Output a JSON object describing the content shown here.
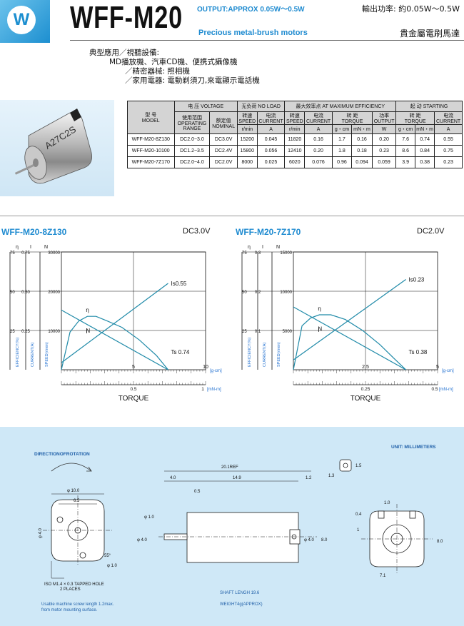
{
  "header": {
    "logo_letter": "W",
    "model": "WFF-M20",
    "output_en": "OUTPUT:APPROX 0.05W～0.5W",
    "subtitle_en": "Precious metal-brush motors",
    "output_cn": "輸出功率: 約0.05W～0.5W",
    "subtitle_cn": "貴金屬電刷馬達"
  },
  "applications": [
    "典型應用／視聽設備:",
    "MD播放機、汽車CD機、便携式攝像機",
    "／精密器械: 照相機",
    "／家用電器: 電動剃須刀,來電顯示電話機"
  ],
  "photo": {
    "label": "A27C2S"
  },
  "table": {
    "model_cn": "型  号",
    "model_en": "MODEL",
    "voltage": "电 压 VOLTAGE",
    "no_load": "无负荷  NO LOAD",
    "max_eff": "最大效率点 AT MAXIMUM EFFICIENCY",
    "starting": "起  动  STARTING",
    "op_range_cn": "使用范围",
    "op_range_en": "OPERATING RANGE",
    "nominal_cn": "额定值",
    "nominal_en": "NOMINAL",
    "speed_cn": "转速",
    "speed_en": "SPEED",
    "current_cn": "电流",
    "current_en": "CURRENT",
    "torque_cn": "转  距",
    "torque_en": "TORQUE",
    "output_cn": "功率",
    "output_en": "OUTPUT",
    "u_rmin": "r/min",
    "u_a": "A",
    "u_gcm": "g・cm",
    "u_mnm": "mN・m",
    "u_w": "W",
    "rows": [
      [
        "WFF-M20-8Z130",
        "DC2.0~3.0",
        "DC3.0V",
        "15200",
        "0.045",
        "11820",
        "0.16",
        "1.7",
        "0.16",
        "0.20",
        "7.6",
        "0.74",
        "0.55"
      ],
      [
        "WFF-M20-10100",
        "DC1.2~3.5",
        "DC2.4V",
        "15800",
        "0.056",
        "12410",
        "0.20",
        "1.8",
        "0.18",
        "0.23",
        "8.6",
        "0.84",
        "0.75"
      ],
      [
        "WFF-M20-7Z170",
        "DC2.0~4.0",
        "DC2.0V",
        "8000",
        "0.025",
        "6020",
        "0.076",
        "0.96",
        "0.094",
        "0.059",
        "3.9",
        "0.38",
        "0.23"
      ]
    ]
  },
  "chart_data": [
    {
      "type": "line",
      "title": "WFF-M20-8Z130",
      "voltage": "DC3.0V",
      "axis_eta_label": "η",
      "axis_i_label": "I",
      "axis_n_label": "N",
      "eta_ticks": [
        "75",
        "50",
        "25"
      ],
      "i_ticks": [
        "0.75",
        "0.50",
        "0.25"
      ],
      "n_ticks": [
        "30000",
        "20000",
        "10000"
      ],
      "eff_label": "EFFICIENCY(%)",
      "cur_label": "CURRENT(A)",
      "spd_label": "SPEED(r/min)",
      "x_gcm_ticks": [
        "5",
        "10"
      ],
      "x_mnm_ticks": [
        "0.5",
        "1"
      ],
      "x_gcm_unit": "[g-cm]",
      "x_mnm_unit": "[mN-m]",
      "xlabel": "TORQUE",
      "xlim_gcm": [
        0,
        10
      ],
      "curve_labels": {
        "eta": "η",
        "n": "N",
        "i": "I"
      },
      "stall_current_label": "Is0.55",
      "stall_torque_label": "Ts 0.74",
      "series": {
        "speed": {
          "x": [
            0,
            7.4
          ],
          "y_rpm": [
            15200,
            0
          ]
        },
        "current": {
          "x": [
            0,
            7.4
          ],
          "y_a": [
            0.045,
            0.55
          ]
        },
        "efficiency": {
          "x": [
            0,
            0.6,
            1.2,
            1.8,
            2.4,
            3.2,
            4.2,
            5.4,
            6.6,
            7.4
          ],
          "y_pct": [
            0,
            24,
            31,
            34,
            34,
            31,
            27,
            19,
            9,
            0
          ]
        }
      }
    },
    {
      "type": "line",
      "title": "WFF-M20-7Z170",
      "voltage": "DC2.0V",
      "axis_eta_label": "η",
      "axis_i_label": "I",
      "axis_n_label": "N",
      "eta_ticks": [
        "75",
        "50",
        "25"
      ],
      "i_ticks": [
        "0.3",
        "0.2",
        "0.1"
      ],
      "n_ticks": [
        "15000",
        "10000",
        "5000"
      ],
      "eff_label": "EFFICIENCY(%)",
      "cur_label": "CURRENT(A)",
      "spd_label": "SPEED(r/min)",
      "x_gcm_ticks": [
        "2.5",
        "5"
      ],
      "x_mnm_ticks": [
        "0.25",
        "0.5"
      ],
      "x_gcm_unit": "[g-cm]",
      "x_mnm_unit": "[mN-m]",
      "xlabel": "TORQUE",
      "xlim_gcm": [
        0,
        5
      ],
      "curve_labels": {
        "eta": "η",
        "n": "N",
        "i": "I"
      },
      "stall_current_label": "Is0.23",
      "stall_torque_label": "Ts  0.38",
      "series": {
        "speed": {
          "x": [
            0,
            3.9
          ],
          "y_rpm": [
            8000,
            0
          ]
        },
        "current": {
          "x": [
            0,
            3.9
          ],
          "y_a": [
            0.025,
            0.23
          ]
        },
        "efficiency": {
          "x": [
            0,
            0.3,
            0.6,
            0.9,
            1.3,
            1.8,
            2.4,
            3.0,
            3.5,
            3.9
          ],
          "y_pct": [
            0,
            28,
            33,
            35,
            35,
            32,
            25,
            16,
            7,
            0
          ]
        }
      }
    }
  ],
  "drawing": {
    "rotation_label": "DIRECTIONOFROTATION",
    "units_label": "UNIT: MILLIMETERS",
    "hole_note_1": "ISO M1.4 × 0.3 TAPPED HOLE",
    "hole_note_2": "2 PLACES",
    "screw_note_1": "Usable machine screw length 1.2max.",
    "screw_note_2": "from motor mounting surface.",
    "shaft_note": "SHAFT LENGH 19.6",
    "weight_note": "WEIGHT4g(APPROX)",
    "front_dims": {
      "d10": "φ 10.0",
      "w65": "6.5",
      "d4": "φ 4.0",
      "d1": "φ 1.0",
      "ang": "55°"
    },
    "side_dims": {
      "ref": "20.1REF",
      "l40": "4.0",
      "l149": "14.9",
      "l12": "1.2",
      "l05": "0.5",
      "d10": "φ 1.0",
      "d40a": "φ 4.0",
      "d40b": "φ 4.0",
      "h80": "8.0"
    },
    "term_dims": {
      "w13": "1.3",
      "h15": "1.5"
    },
    "rear_dims": {
      "w10": "1.0",
      "d04": "0.4",
      "h80": "8.0",
      "w71": "7.1",
      "r1": "1"
    }
  }
}
